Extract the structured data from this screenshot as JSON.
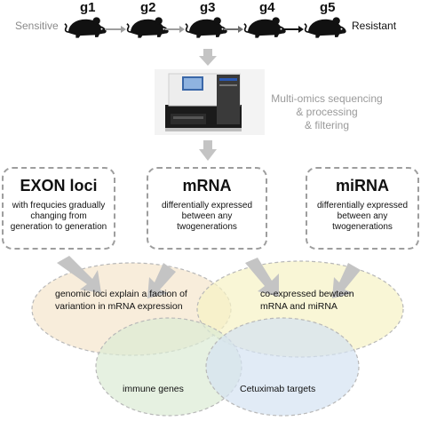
{
  "generations": {
    "left_label": "Sensitive",
    "right_label": "Resistant",
    "items": [
      "g1",
      "g2",
      "g3",
      "g4",
      "g5"
    ]
  },
  "sequencing": {
    "caption_lines": [
      "Multi-omics sequencing",
      "& processing",
      "& filtering"
    ]
  },
  "boxes": [
    {
      "title": "EXON loci",
      "desc_lines": [
        "with frequcies gradually",
        "changing from",
        "generation to generation"
      ]
    },
    {
      "title": "mRNA",
      "desc_lines": [
        "differentially expressed",
        "between any",
        "twogenerations"
      ]
    },
    {
      "title": "miRNA",
      "desc_lines": [
        "differentially expressed",
        "between any",
        "twogenerations"
      ]
    }
  ],
  "venn": {
    "top_left_lines": [
      "genomic loci explain a faction of",
      "variantion in mRNA expression"
    ],
    "top_right_lines": [
      "co-expressed bewteen",
      "mRNA and miRNA"
    ],
    "bottom_left": "immune genes",
    "bottom_right": "Cetuximab targets"
  },
  "colors": {
    "gray_arrow": "#c4c4c4",
    "dashed_border": "#9e9e9e",
    "circle_top_left": "#f5e7cf",
    "circle_top_right": "#f7f2c4",
    "circle_bottom_left": "#dcebd4",
    "circle_bottom_right": "#d4e2f2"
  }
}
